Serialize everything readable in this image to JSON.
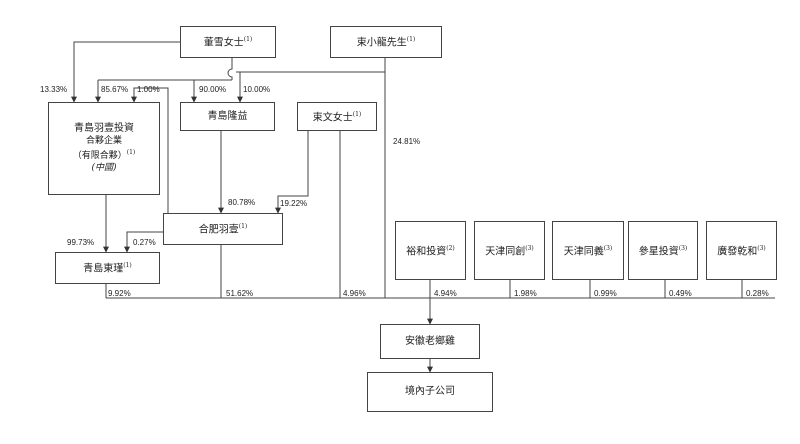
{
  "nodes": {
    "dong_xue": {
      "label": "董雪女士",
      "note": "(1)"
    },
    "shu_xiaolong": {
      "label": "束小龍先生",
      "note": "(1)"
    },
    "qingdao_yuyi": {
      "line1": "青島羽壹投資",
      "line2": "合夥企業",
      "line3": "（有限合夥）",
      "note": "(1)",
      "line4": "(中國)"
    },
    "qingdao_longyi": {
      "label": "青島隆益"
    },
    "shu_wen": {
      "label": "束文女士",
      "note": "(1)"
    },
    "hefei_yuyi": {
      "label": "合肥羽壹",
      "note": "(1)"
    },
    "qingdao_dongjin": {
      "label": "青島東瑾",
      "note": "(1)"
    },
    "yuhe": {
      "label": "裕和投資",
      "note": "(2)"
    },
    "tianjin_tongchuang": {
      "label": "天津同創",
      "note": "(3)"
    },
    "tianjin_tongyi": {
      "label": "天津同義",
      "note": "(3)"
    },
    "shenxing": {
      "label": "參星投資",
      "note": "(3)"
    },
    "guangfa_qianhe": {
      "label": "廣發乾和",
      "note": "(3)"
    },
    "anhui_laoxiangji": {
      "label": "安徽老鄉雞"
    },
    "subsidiaries": {
      "label": "境內子公司"
    }
  },
  "percentages": {
    "p1333": "13.33%",
    "p8567": "85.67%",
    "p100": "1.00%",
    "p9000": "90.00%",
    "p1000": "10.00%",
    "p2481": "24.81%",
    "p8078": "80.78%",
    "p1922": "19.22%",
    "p9973": "99.73%",
    "p027a": "0.27%",
    "p992": "9.92%",
    "p5162": "51.62%",
    "p496": "4.96%",
    "p494": "4.94%",
    "p198": "1.98%",
    "p099": "0.99%",
    "p049": "0.49%",
    "p028": "0.28%"
  }
}
